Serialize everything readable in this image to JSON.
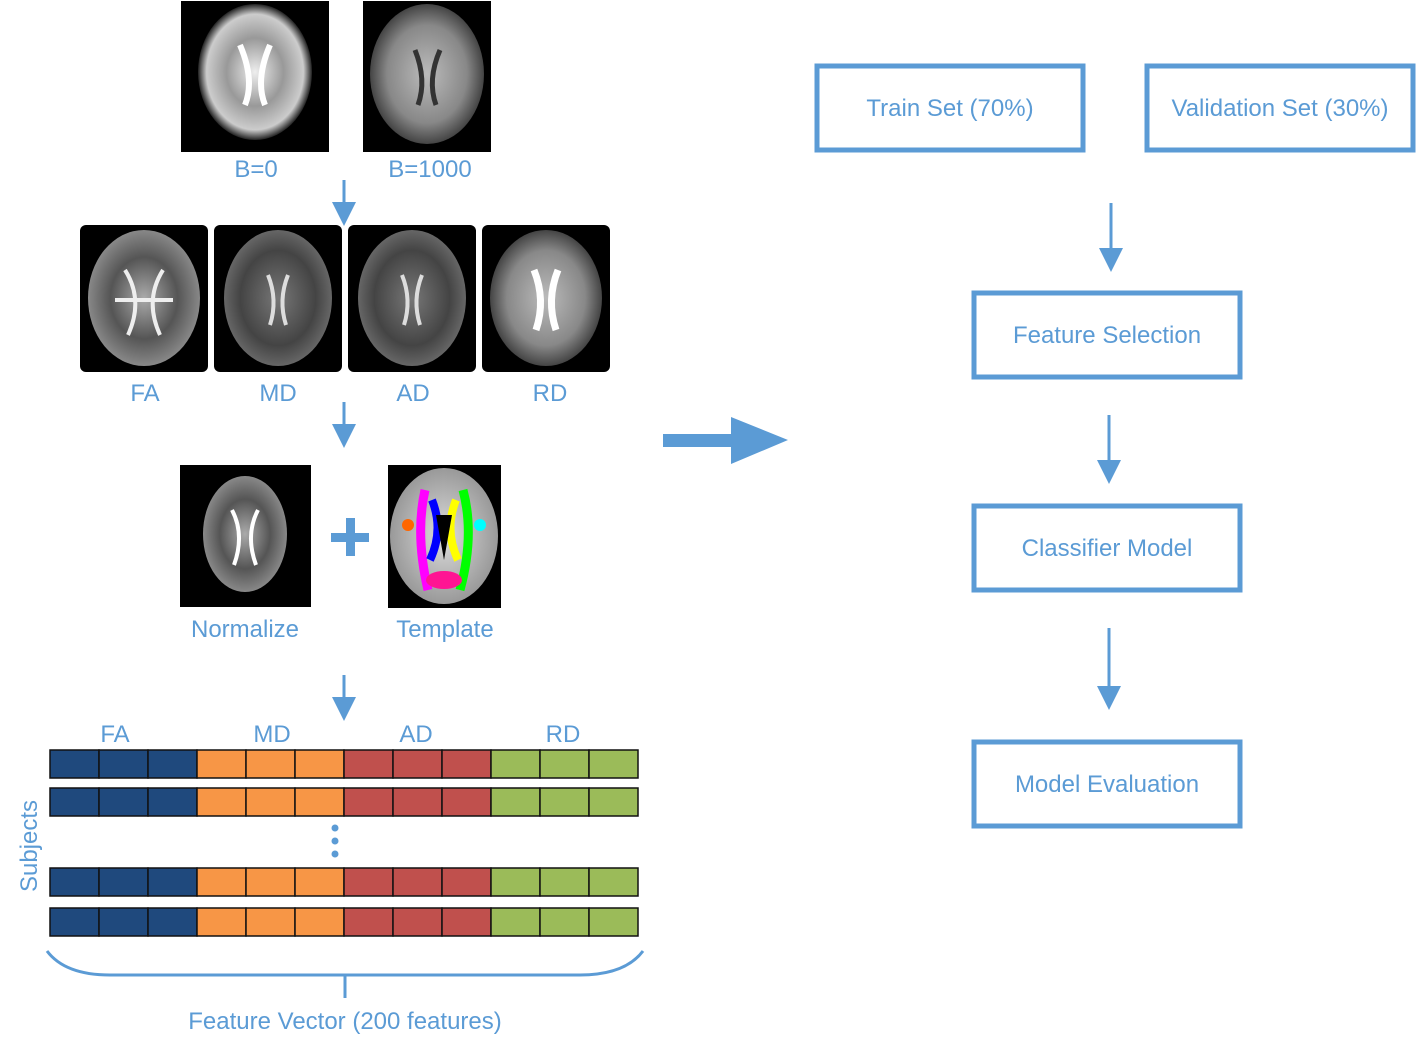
{
  "colors": {
    "accent": "#5b9bd5",
    "fa": "#1f497d",
    "md": "#f79646",
    "ad": "#c0504d",
    "rd": "#9bbb59"
  },
  "left": {
    "raw_images": [
      {
        "label": "B=0",
        "icon": "brain-scan-b0"
      },
      {
        "label": "B=1000",
        "icon": "brain-scan-b1000"
      }
    ],
    "maps": [
      {
        "label": "FA"
      },
      {
        "label": "MD"
      },
      {
        "label": "AD"
      },
      {
        "label": "RD"
      }
    ],
    "normalize": {
      "label": "Normalize"
    },
    "template": {
      "label": "Template"
    },
    "feature_groups": [
      {
        "label": "FA"
      },
      {
        "label": "MD"
      },
      {
        "label": "AD"
      },
      {
        "label": "RD"
      }
    ],
    "subjects_label": "Subjects",
    "feature_vector_label": "Feature Vector (200 features)"
  },
  "right": {
    "train_set": "Train Set (70%)",
    "validation_set": "Validation Set (30%)",
    "feature_selection": "Feature Selection",
    "classifier_model": "Classifier Model",
    "model_evaluation": "Model Evaluation"
  }
}
